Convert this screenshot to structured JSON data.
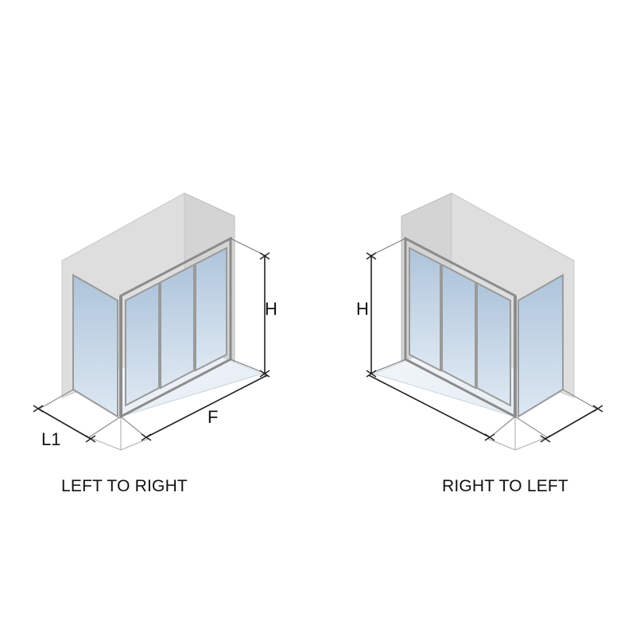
{
  "diagrams": [
    {
      "caption": "LEFT TO RIGHT",
      "labels": {
        "height": "H",
        "front": "F",
        "side": "L1"
      }
    },
    {
      "caption": "RIGHT TO LEFT",
      "labels": {
        "height": "H"
      }
    }
  ],
  "colors": {
    "wall": "#dcdcdc",
    "wall_edge": "#b4b4b4",
    "glass": "#b9cde0",
    "frame": "#9a9a9a",
    "line": "#222222"
  }
}
